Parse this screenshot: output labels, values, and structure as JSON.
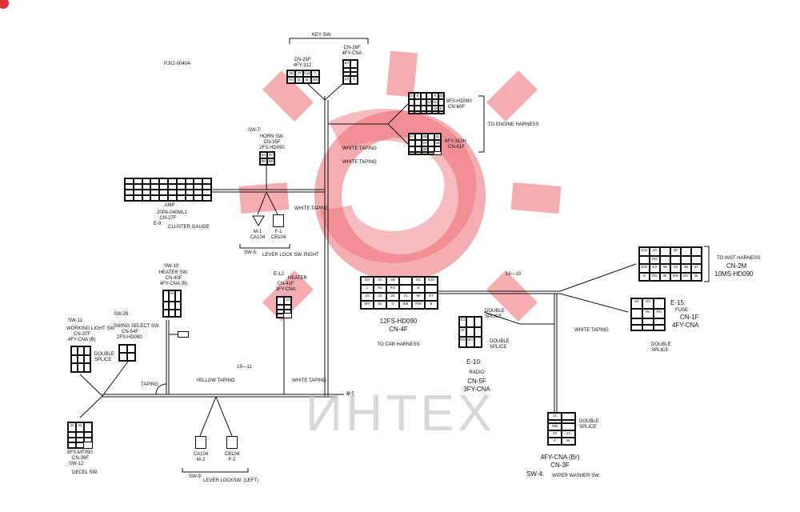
{
  "page_id": "PJ02-00404-",
  "watermark": "ИНТЕХ",
  "colors": {
    "line": "#111111",
    "watermark": "#ee6b72",
    "badge": "#e0303a"
  },
  "top": {
    "key_sw": "KEY SW.",
    "cn25f": "CN-25F",
    "cn25f_type": "4FY-312",
    "cn26f": "CN-26F",
    "cn26f_type": "4FY-CNA",
    "cn60f_type": "8FS-HD090",
    "cn60f": "CN-60F",
    "cn61f_type": "6FY-312H",
    "cn61f": "CN-61F",
    "to_engine": "TO ENGINE HARNESS",
    "white_taping_1": "WHITE TAPING",
    "white_taping_2": "WHITE TAPING",
    "white_taping_3": "WHITE TAPING"
  },
  "left_upper": {
    "sw7": "SW-7:",
    "horn_sw": "HORN SW.",
    "cn35f": "CN-35F",
    "cn35f_type": "2FS-HD090",
    "amp": "AMP",
    "cn27f_type": "20PA-040ML1",
    "cn27f": "CN-27F",
    "e9": "E-9:",
    "cluster_gauge": "CLUSTER GAUGE",
    "m1": "M-1",
    "ca104": "CA104",
    "f1": "F-1",
    "cb104": "CB104",
    "sw5": "SW-5:",
    "lever_lock_right": "LEVER LOCK SW. RIGHT"
  },
  "left_mid": {
    "sw10": "SW-10:",
    "heater_sw": "HEATER SW.",
    "cn40f": "CN-40F",
    "cn40f_type": "4FY-CNA (B)",
    "e12": "E-12:",
    "heater": "HEATER",
    "cn41f": "CN-41F",
    "cn41f_type": "3FY-CNA",
    "sw11": "SW-11:",
    "working_light_sw": "WORKING LIGHT SW.",
    "cn37f": "CN-37F",
    "cn37f_type": "4FY-CNA (B)",
    "double_splice_1": "DOUBLE",
    "double_splice_1b": "SPLICE",
    "sw26": "SW-26:",
    "swing_select_sw": "SWING SELECT SW.",
    "cn54f": "CN-54F",
    "cn54f_type": "2FS-HD090"
  },
  "bottom_left": {
    "taping": "TAPING",
    "yellow_taping": "YELLOW TAPING",
    "white_taping": "WHITE TAPING",
    "code_19_11": "19—11",
    "ref_x1": "※1",
    "cn36f_type": "8FS-MT090",
    "cn36f": "CN-36F",
    "sw12": "SW-12:",
    "decel_sw": "DECEL SW.",
    "ca104": "CA104",
    "m2": "M-2",
    "cb104": "CB104",
    "f2": "F-2",
    "sw9": "SW-9:",
    "lever_lock_left": "LEVER LOCKSW. (LEFT)"
  },
  "center": {
    "cn4f_type": "12FS-HD090",
    "cn4f": "CN-4F",
    "to_cab": "TO CAB HARNESS",
    "code_19_10": "19—10",
    "double_splice_2": "DOUBLE",
    "double_splice_2b": "SPLICE",
    "double_splice_3": "DOUBLE",
    "double_splice_3b": "SPLICE",
    "e10": "E-10:",
    "radio": "RADIO",
    "cn5f": "CN-5F",
    "cn5f_type": "3FY-CNA"
  },
  "right": {
    "to_inst": "TO INST HARNESS",
    "cn2m": "CN-2M",
    "cn2m_type": "10MS-HD090",
    "e15": "E-15:",
    "fuse": "FUSE",
    "cn1f": "CN-1F",
    "cn1f_type": "4FY-CNA",
    "double_splice_4": "DOUBLE",
    "double_splice_4b": "SPLICE",
    "white_taping": "WHITE TAPING",
    "double_splice_5": "DOUBLE",
    "double_splice_5b": "SPLICE",
    "cn3f_type": "4FY-CNA (Br)",
    "cn3f": "CN-3F",
    "sw4": "SW-4:",
    "wiper_washer_sw": "WIPER WASHER SW."
  },
  "grids": {
    "cn25f": [
      "3D",
      "47",
      "A18",
      "7",
      "SO",
      "3L",
      "8L",
      "3W"
    ],
    "cn26f": [
      "8A",
      "",
      "",
      "",
      "",
      "",
      "LR",
      "Y"
    ],
    "cn60f": [
      "21",
      "8",
      "",
      "",
      "R",
      "2B",
      "",
      "",
      "",
      "22",
      "5A",
      "",
      "",
      "",
      "",
      "",
      "W",
      "B",
      "",
      "",
      "",
      "",
      "",
      ""
    ],
    "cn61f": [
      "47A",
      "",
      "3B",
      "",
      "3L",
      "",
      "",
      "3A",
      "",
      "2B",
      "",
      "",
      "3B",
      "",
      "",
      "",
      "",
      "",
      ""
    ],
    "cn27f": [
      "",
      "",
      "",
      "",
      "",
      "",
      "",
      "",
      "",
      "",
      "",
      "",
      "",
      "",
      "",
      "",
      "",
      "",
      "",
      "",
      "",
      "",
      "",
      "",
      "",
      "",
      "",
      "",
      "",
      "",
      "",
      "",
      "",
      "",
      "",
      "",
      "",
      "",
      "",
      ""
    ],
    "cn35f": [
      "8A",
      "87",
      "9D",
      "B8"
    ],
    "cn40f": [
      "",
      "19",
      "",
      "",
      "",
      "",
      "",
      "",
      ""
    ],
    "cn41f": [
      "",
      "10",
      "",
      "",
      "",
      "",
      ""
    ],
    "cn37f": [
      "",
      "",
      "",
      "",
      "",
      "",
      "",
      "",
      ""
    ],
    "cn54f": [
      "",
      "",
      "",
      ""
    ],
    "cn36f": [
      "32",
      "43",
      "",
      "",
      "",
      "",
      "",
      "",
      "",
      "",
      ""
    ],
    "cn4f": [
      "E9",
      "S1",
      "4B",
      "",
      "E1",
      "E30",
      "L",
      "R2",
      "RG",
      "",
      "B",
      "",
      "10",
      "22",
      "20",
      "21",
      "90",
      "6T",
      "WY",
      "Br",
      "G",
      "WB",
      "RW",
      "B"
    ],
    "cn5f": [
      "E1",
      "",
      "",
      "4F",
      "",
      "",
      "RG",
      "WY",
      ""
    ],
    "cn2m": [
      "E31",
      "4G",
      "",
      "4D",
      "",
      "",
      "",
      "RG",
      "",
      "",
      "",
      "",
      "E30",
      "E3",
      "90",
      "1S",
      "4B",
      "6T",
      "B",
      "RG",
      "Br",
      "RW",
      "WY",
      "Br"
    ],
    "cn1f": [
      "6S",
      "4G",
      "",
      "",
      "RL",
      "RG",
      "",
      "",
      "",
      "",
      "",
      ""
    ],
    "cn3f": [
      "21",
      "",
      "",
      "",
      "WB",
      "",
      "20",
      "22",
      "G",
      "Br"
    ]
  }
}
